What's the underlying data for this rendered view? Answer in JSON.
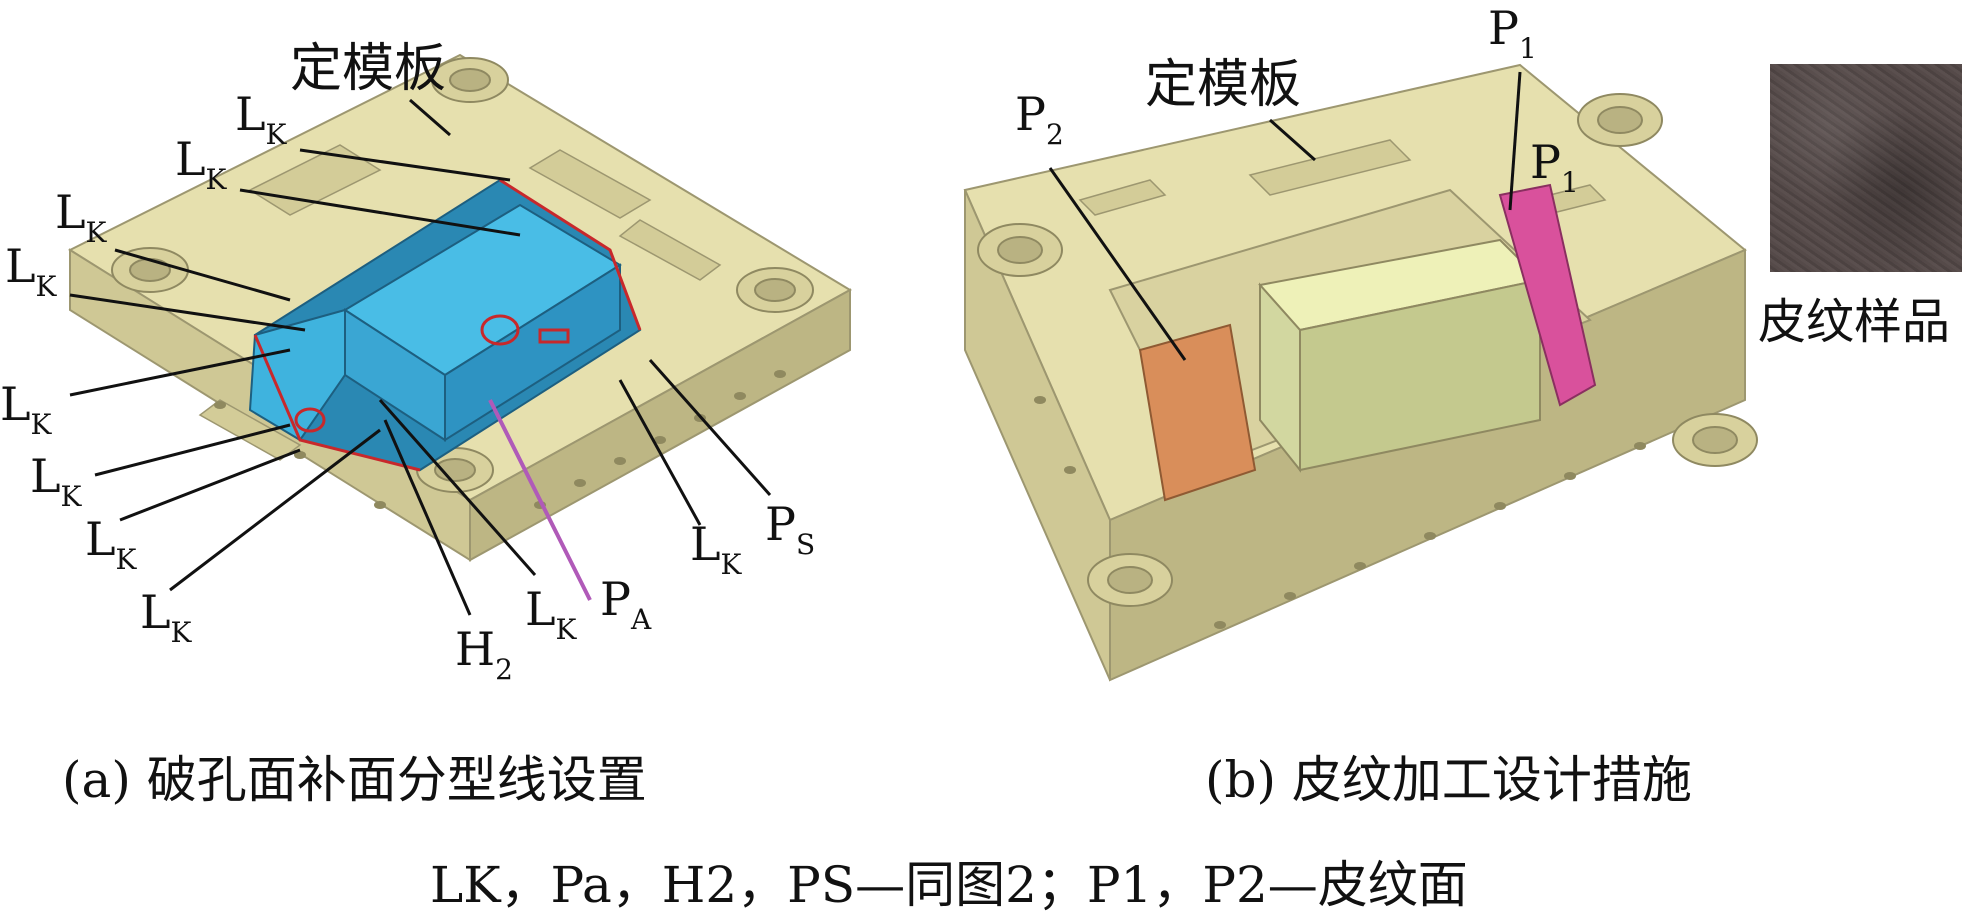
{
  "colors": {
    "plate": "#e6e0ae",
    "plate_shade": "#c9c290",
    "plate_dark": "#a39d6f",
    "cavity_blue": "#3fb3de",
    "cavity_blue_dark": "#2a88b3",
    "pink": "#d9519c",
    "orange": "#d98e5a",
    "leader_purple": "#b05ab8",
    "red_line": "#c8282b"
  },
  "panel_a": {
    "plate_label": "定模板",
    "lk": {
      "main": "L",
      "sub": "K"
    },
    "h2": {
      "main": "H",
      "sub": "2"
    },
    "pa": {
      "main": "P",
      "sub": "A"
    },
    "ps": {
      "main": "P",
      "sub": "S"
    },
    "caption": "(a) 破孔面补面分型线设置"
  },
  "panel_b": {
    "plate_label": "定模板",
    "p1": {
      "main": "P",
      "sub": "1"
    },
    "p2": {
      "main": "P",
      "sub": "2"
    },
    "sample_label": "皮纹样品",
    "caption": "(b) 皮纹加工设计措施"
  },
  "footer": {
    "legend": "LK，Pa，H2，PS—同图2；P1，P2—皮纹面"
  }
}
